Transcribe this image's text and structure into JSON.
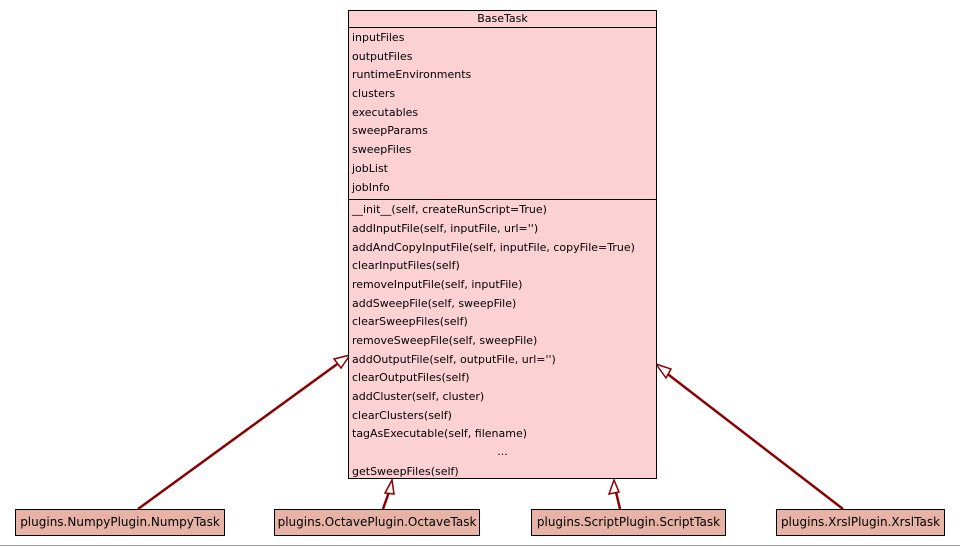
{
  "base_class": {
    "name": "BaseTask",
    "attributes": [
      "inputFiles",
      "outputFiles",
      "runtimeEnvironments",
      "clusters",
      "executables",
      "sweepParams",
      "sweepFiles",
      "jobList",
      "jobInfo"
    ],
    "methods_before_ellipsis": [
      "__init__(self, createRunScript=True)",
      "addInputFile(self, inputFile, url='')",
      "addAndCopyInputFile(self, inputFile, copyFile=True)",
      "clearInputFiles(self)",
      "removeInputFile(self, inputFile)",
      "addSweepFile(self, sweepFile)",
      "clearSweepFiles(self)",
      "removeSweepFile(self, sweepFile)",
      "addOutputFile(self, outputFile, url='')",
      "clearOutputFiles(self)",
      "addCluster(self, cluster)",
      "clearClusters(self)",
      "tagAsExecutable(self, filename)"
    ],
    "ellipsis": "...",
    "methods_after_ellipsis": [
      "getSweepFiles(self)"
    ]
  },
  "subclasses": [
    {
      "name": "plugins.NumpyPlugin.NumpyTask"
    },
    {
      "name": "plugins.OctavePlugin.OctaveTask"
    },
    {
      "name": "plugins.ScriptPlugin.ScriptTask"
    },
    {
      "name": "plugins.XrslPlugin.XrslTask"
    }
  ],
  "colors": {
    "base_fill": "#fcd1d4",
    "subclass_fill": "#e6b3a6",
    "edge": "#8b0000"
  }
}
